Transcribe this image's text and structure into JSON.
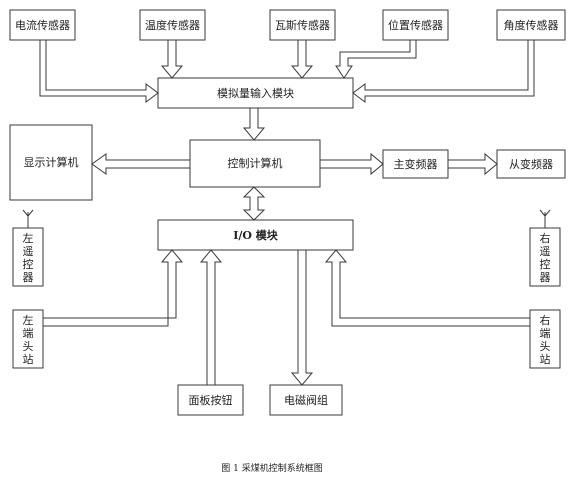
{
  "sensors": {
    "current": "电流传感器",
    "temperature": "温度传感器",
    "gas": "瓦斯传感器",
    "position": "位置传感器",
    "angle": "角度传感器"
  },
  "modules": {
    "analog_input": "模拟量输入模块",
    "control_computer": "控制计算机",
    "display_computer": "显示计算机",
    "master_inverter": "主变频器",
    "slave_inverter": "从变频器",
    "io_module": "I/O  模块",
    "panel_buttons": "面板按钮",
    "solenoid_valve_group": "电磁阀组"
  },
  "vertical_boxes": {
    "left_remote": [
      "左",
      "遥",
      "控",
      "器"
    ],
    "right_remote": [
      "右",
      "遥",
      "控",
      "器"
    ],
    "left_head_station": [
      "左",
      "端",
      "头",
      "站"
    ],
    "right_head_station": [
      "右",
      "端",
      "头",
      "站"
    ]
  },
  "caption": "图 1 采煤机控制系统框图"
}
